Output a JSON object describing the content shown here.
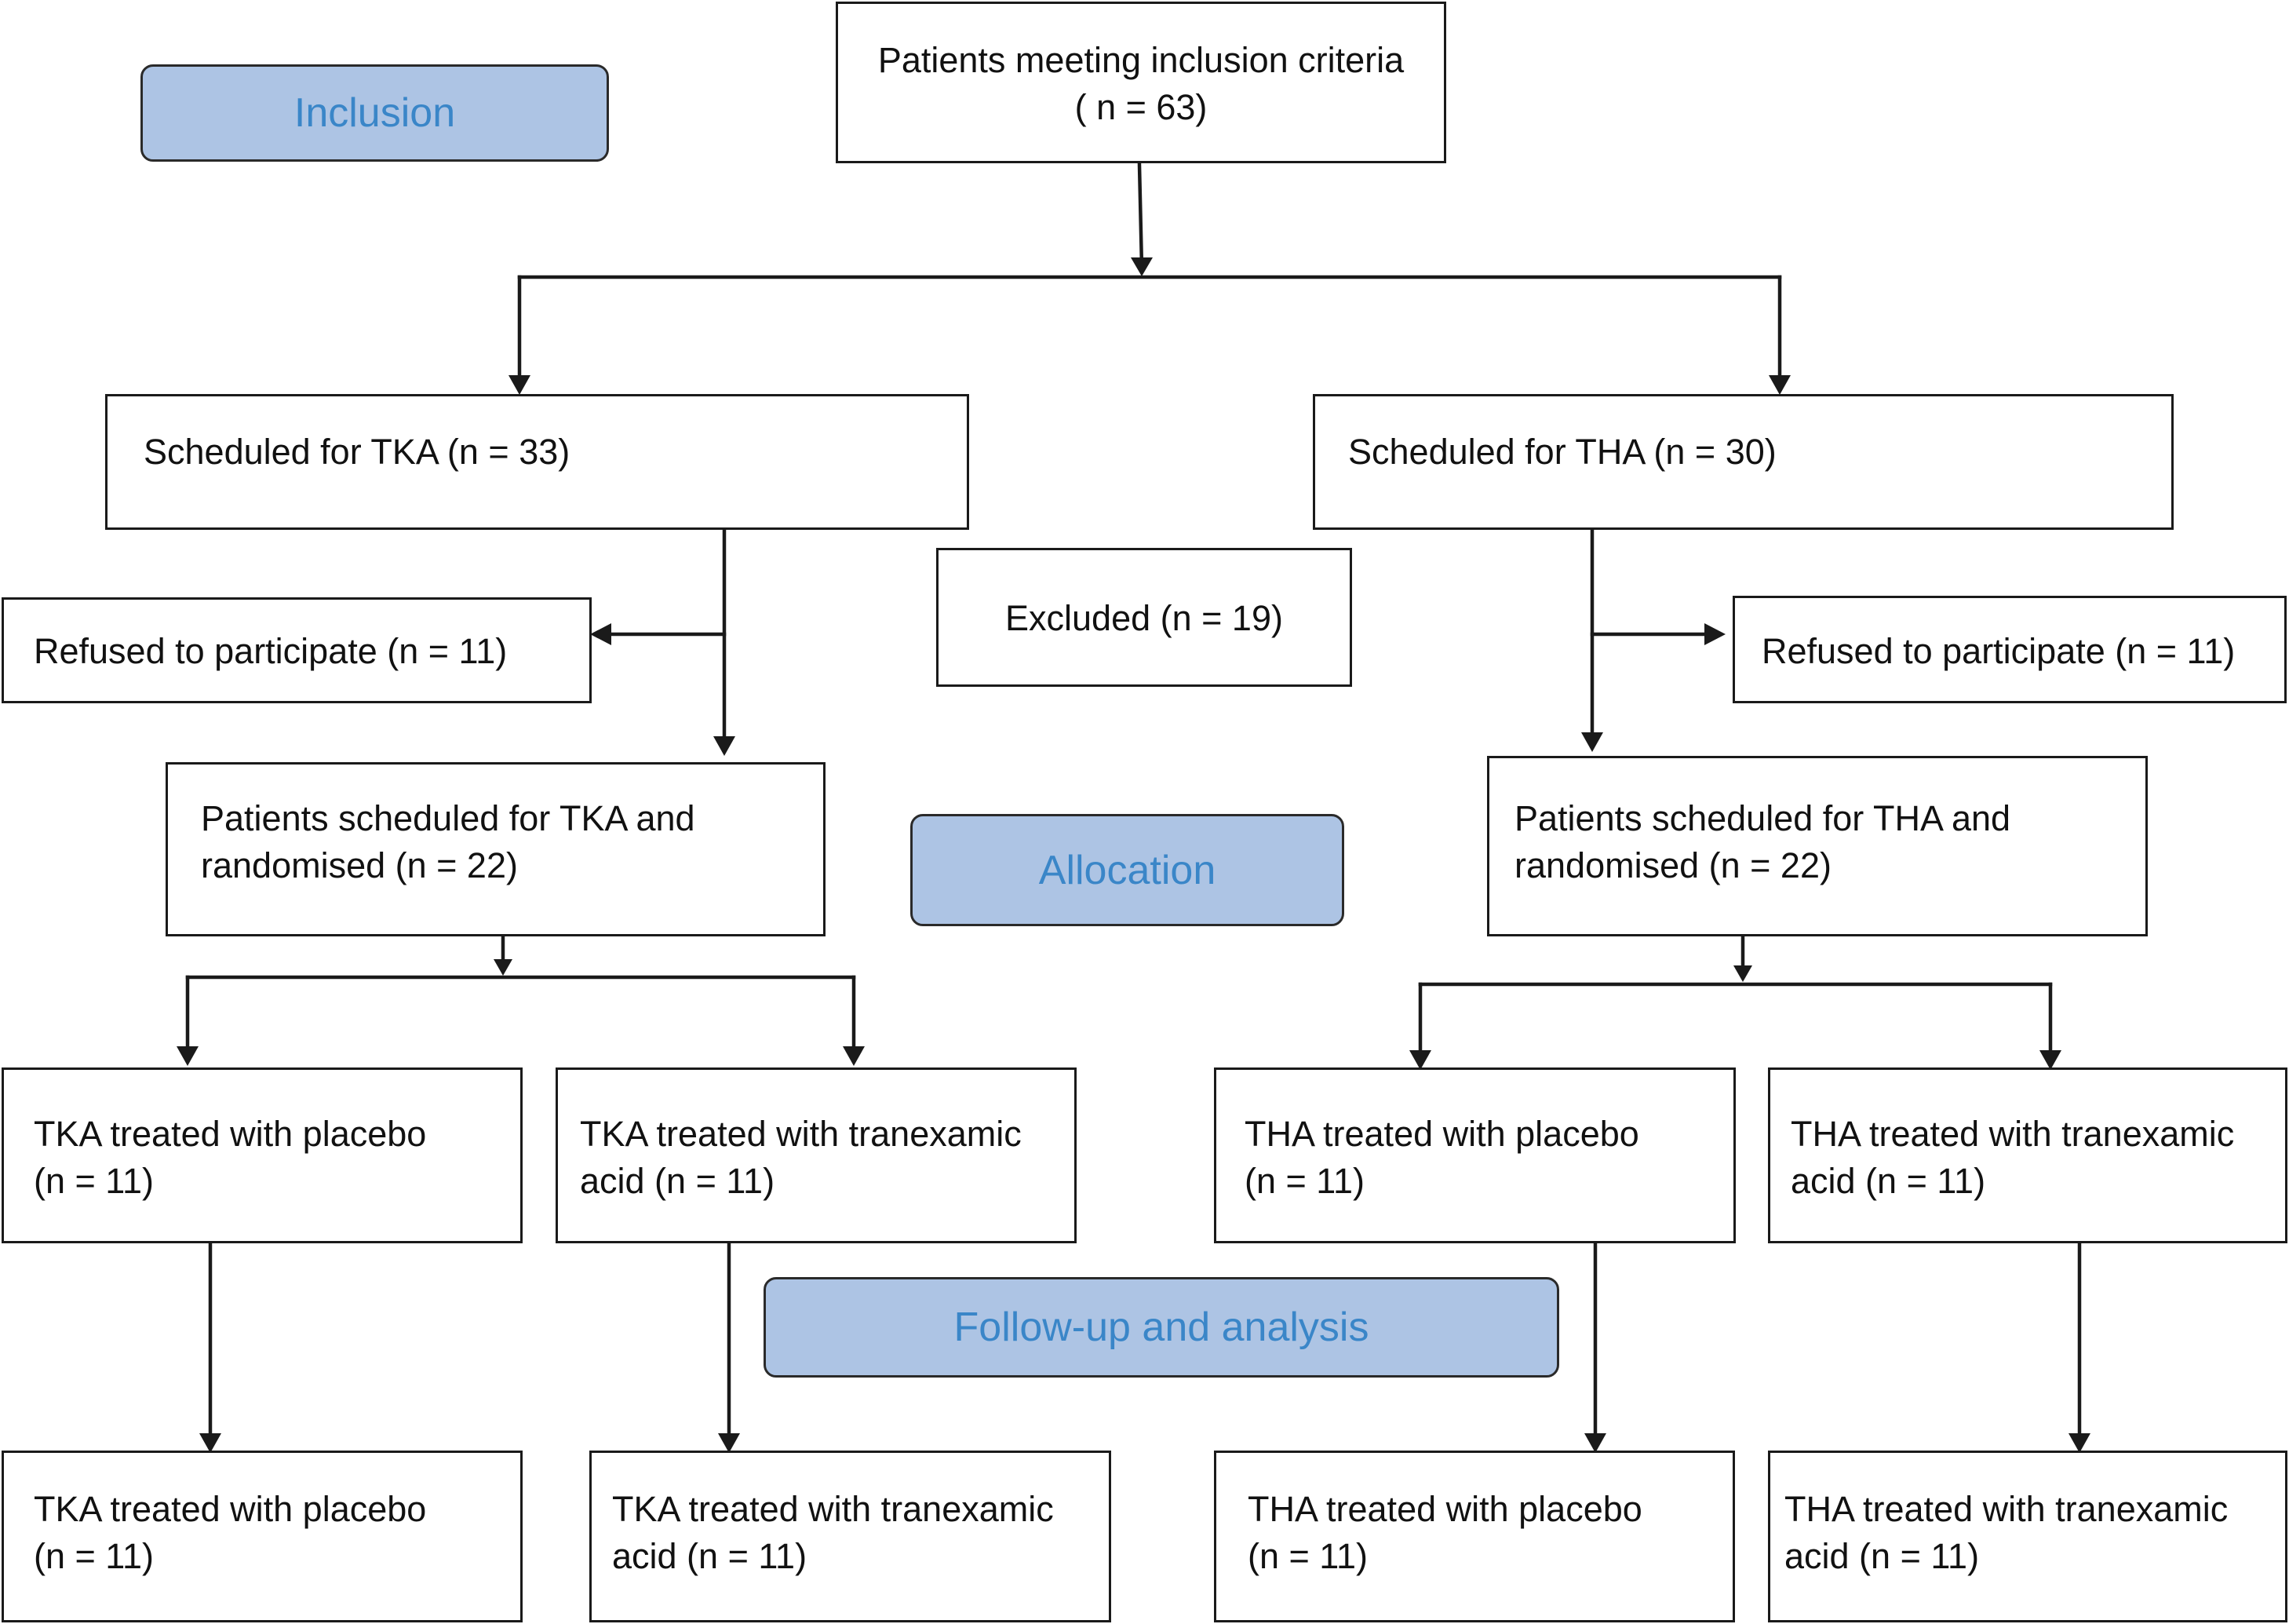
{
  "colors": {
    "stage_fill": "#adc4e4",
    "stage_text": "#3a86c8",
    "line": "#1a1a1a"
  },
  "stages": {
    "inclusion": "Inclusion",
    "allocation": "Allocation",
    "followup": "Follow-up and analysis"
  },
  "nodes": {
    "patients_meeting": {
      "line1": "Patients meeting inclusion criteria",
      "line2": "( n = 63)"
    },
    "scheduled_tka": {
      "line1": "Scheduled for TKA (n = 33)"
    },
    "scheduled_tha": {
      "line1": "Scheduled for THA (n = 30)"
    },
    "excluded": {
      "line1": "Excluded (n = 19)"
    },
    "refused_tka": {
      "line1": "Refused to participate (n = 11)"
    },
    "refused_tha": {
      "line1": "Refused to participate (n = 11)"
    },
    "randomised_tka": {
      "line1": "Patients scheduled for TKA and",
      "line2": "randomised (n = 22)"
    },
    "randomised_tha": {
      "line1": "Patients scheduled for THA and",
      "line2": "randomised (n = 22)"
    },
    "alloc_tka_placebo": {
      "line1": "TKA treated with placebo",
      "line2": "(n = 11)"
    },
    "alloc_tka_txa": {
      "line1": "TKA treated with tranexamic",
      "line2": "acid (n = 11)"
    },
    "alloc_tha_placebo": {
      "line1": "THA treated with placebo",
      "line2": "(n = 11)"
    },
    "alloc_tha_txa": {
      "line1": "THA treated with tranexamic",
      "line2": "acid (n = 11)"
    },
    "final_tka_placebo": {
      "line1": "TKA treated with placebo",
      "line2": "(n = 11)"
    },
    "final_tka_txa": {
      "line1": "TKA treated with tranexamic",
      "line2": "acid (n = 11)"
    },
    "final_tha_placebo": {
      "line1": "THA treated with placebo",
      "line2": "(n = 11)"
    },
    "final_tha_txa": {
      "line1": "THA treated with tranexamic",
      "line2": "acid (n = 11)"
    }
  }
}
